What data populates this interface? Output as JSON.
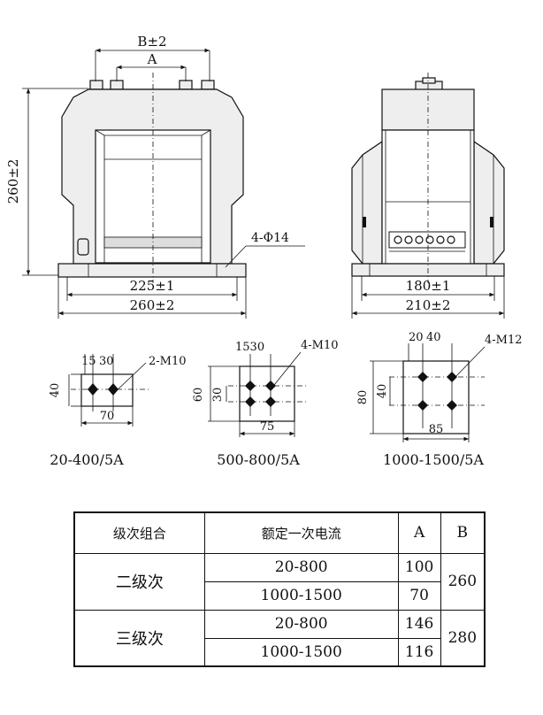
{
  "front_view": {
    "dim_b": "B±2",
    "dim_a": "A",
    "dim_height": "260±2",
    "mount_holes": "4-Φ14",
    "dim_hole_spacing": "225±1",
    "dim_base_width": "260±2"
  },
  "side_view": {
    "dim_hole_spacing": "180±1",
    "dim_base_width": "210±2"
  },
  "terminals": [
    {
      "spacing_a": "15",
      "spacing_b": "30",
      "callout": "2-M10",
      "dim_height": "40",
      "dim_width": "70",
      "rating": "20-400/5A"
    },
    {
      "spacing_ab": "1530",
      "callout": "4-M10",
      "dim_outer": "60",
      "dim_inner": "30",
      "dim_width": "75",
      "rating": "500-800/5A"
    },
    {
      "spacing_a": "20",
      "spacing_b": "40",
      "callout": "4-M12",
      "dim_outer": "80",
      "dim_inner": "40",
      "dim_width": "85",
      "rating": "1000-1500/5A"
    }
  ],
  "table": {
    "headers": [
      "级次组合",
      "额定一次电流",
      "A",
      "B"
    ],
    "groups": [
      {
        "name": "二级次",
        "b": "260",
        "rows": [
          {
            "current": "20-800",
            "a": "100"
          },
          {
            "current": "1000-1500",
            "a": "70"
          }
        ]
      },
      {
        "name": "三级次",
        "b": "280",
        "rows": [
          {
            "current": "20-800",
            "a": "146"
          },
          {
            "current": "1000-1500",
            "a": "116"
          }
        ]
      }
    ]
  }
}
